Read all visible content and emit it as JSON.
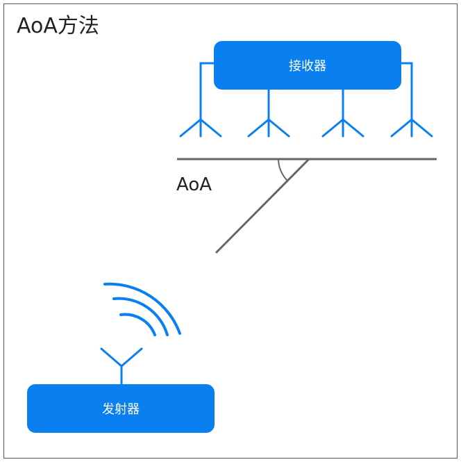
{
  "title": "AoA方法",
  "receiver": {
    "label": "接收器",
    "antenna_count": 4
  },
  "transmitter": {
    "label": "发射器"
  },
  "angle_label": "AoA",
  "colors": {
    "accent": "#0a7ff0",
    "line": "#666666",
    "frame": "#555555",
    "text": "#222222"
  }
}
